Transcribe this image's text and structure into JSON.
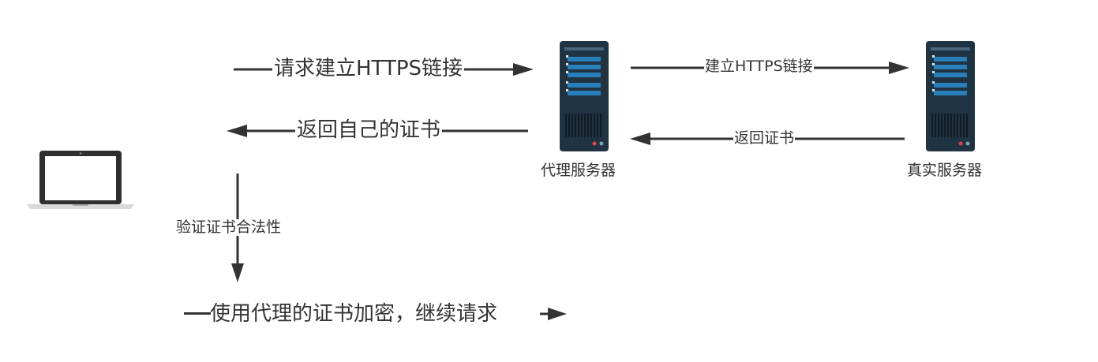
{
  "labels": {
    "request_https": "请求建立HTTPS链接",
    "return_own_cert": "返回自己的证书",
    "verify_cert": "验证证书合法性",
    "continue_request": "使用代理的证书加密，继续请求",
    "establish_https": "建立HTTPS链接",
    "return_cert": "返回证书"
  },
  "nodes": {
    "proxy_server": "代理服务器",
    "real_server": "真实服务器"
  },
  "colors": {
    "line": "#333333",
    "server_body": "#1f3343",
    "server_bar": "#2b7fb8",
    "laptop_frame": "#2f2f2f",
    "laptop_base": "#d9d9d9"
  }
}
